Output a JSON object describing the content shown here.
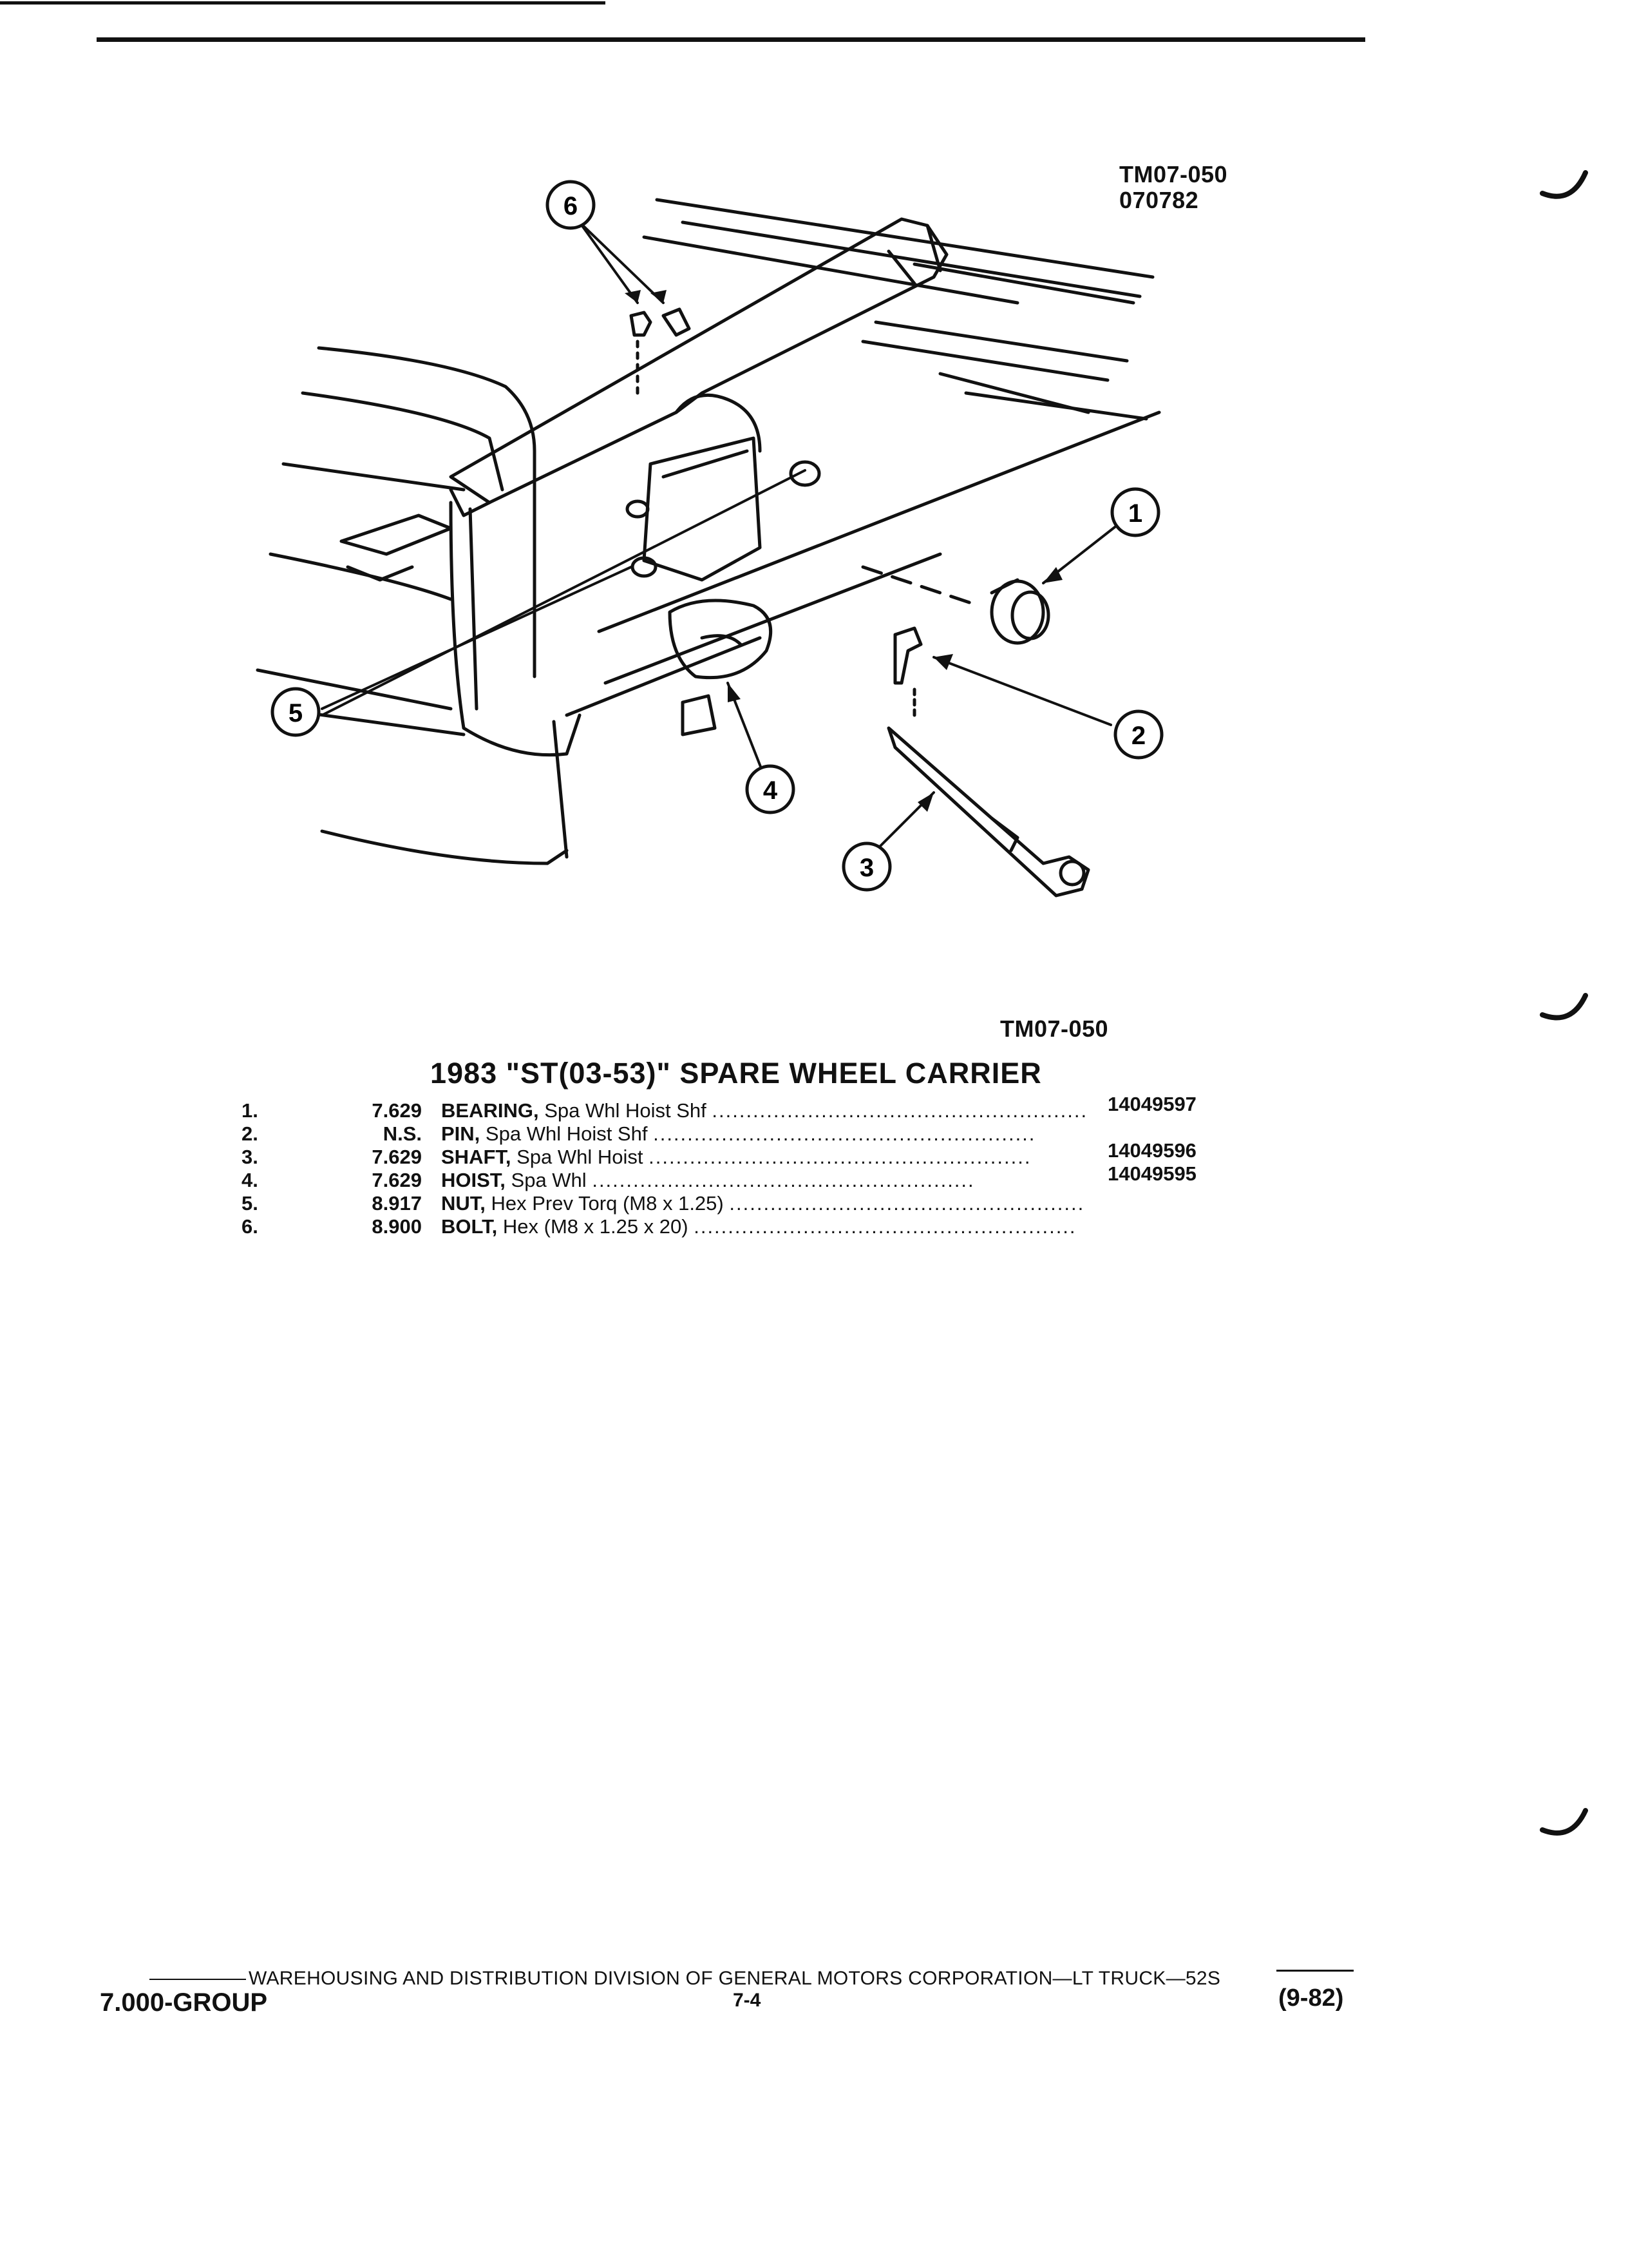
{
  "figure": {
    "code_top": "TM07-050",
    "date_code": "070782",
    "code_bottom": "TM07-050",
    "callouts": [
      "1",
      "2",
      "3",
      "4",
      "5",
      "6"
    ]
  },
  "title": "1983 \"ST(03-53)\" SPARE WHEEL CARRIER",
  "parts": [
    {
      "num": "1.",
      "group": "7.629",
      "name": "BEARING,",
      "desc": "Spa Whl Hoist Shf",
      "part_no": "14049597"
    },
    {
      "num": "2.",
      "group": "N.S.",
      "name": "PIN,",
      "desc": "Spa Whl Hoist Shf",
      "part_no": ""
    },
    {
      "num": "3.",
      "group": "7.629",
      "name": "SHAFT,",
      "desc": "Spa Whl Hoist",
      "part_no": "14049596"
    },
    {
      "num": "4.",
      "group": "7.629",
      "name": "HOIST,",
      "desc": "Spa Whl",
      "part_no": "14049595"
    },
    {
      "num": "5.",
      "group": "8.917",
      "name": "NUT,",
      "desc": "Hex Prev Torq (M8 x 1.25)",
      "part_no": ""
    },
    {
      "num": "6.",
      "group": "8.900",
      "name": "BOLT,",
      "desc": "Hex (M8 x 1.25 x 20)",
      "part_no": ""
    }
  ],
  "footer": {
    "text": "WAREHOUSING AND DISTRIBUTION  DIVISION OF GENERAL MOTORS CORPORATION—LT TRUCK—52S",
    "group": "7.000-GROUP",
    "page": "7-4",
    "date": "(9-82)"
  }
}
